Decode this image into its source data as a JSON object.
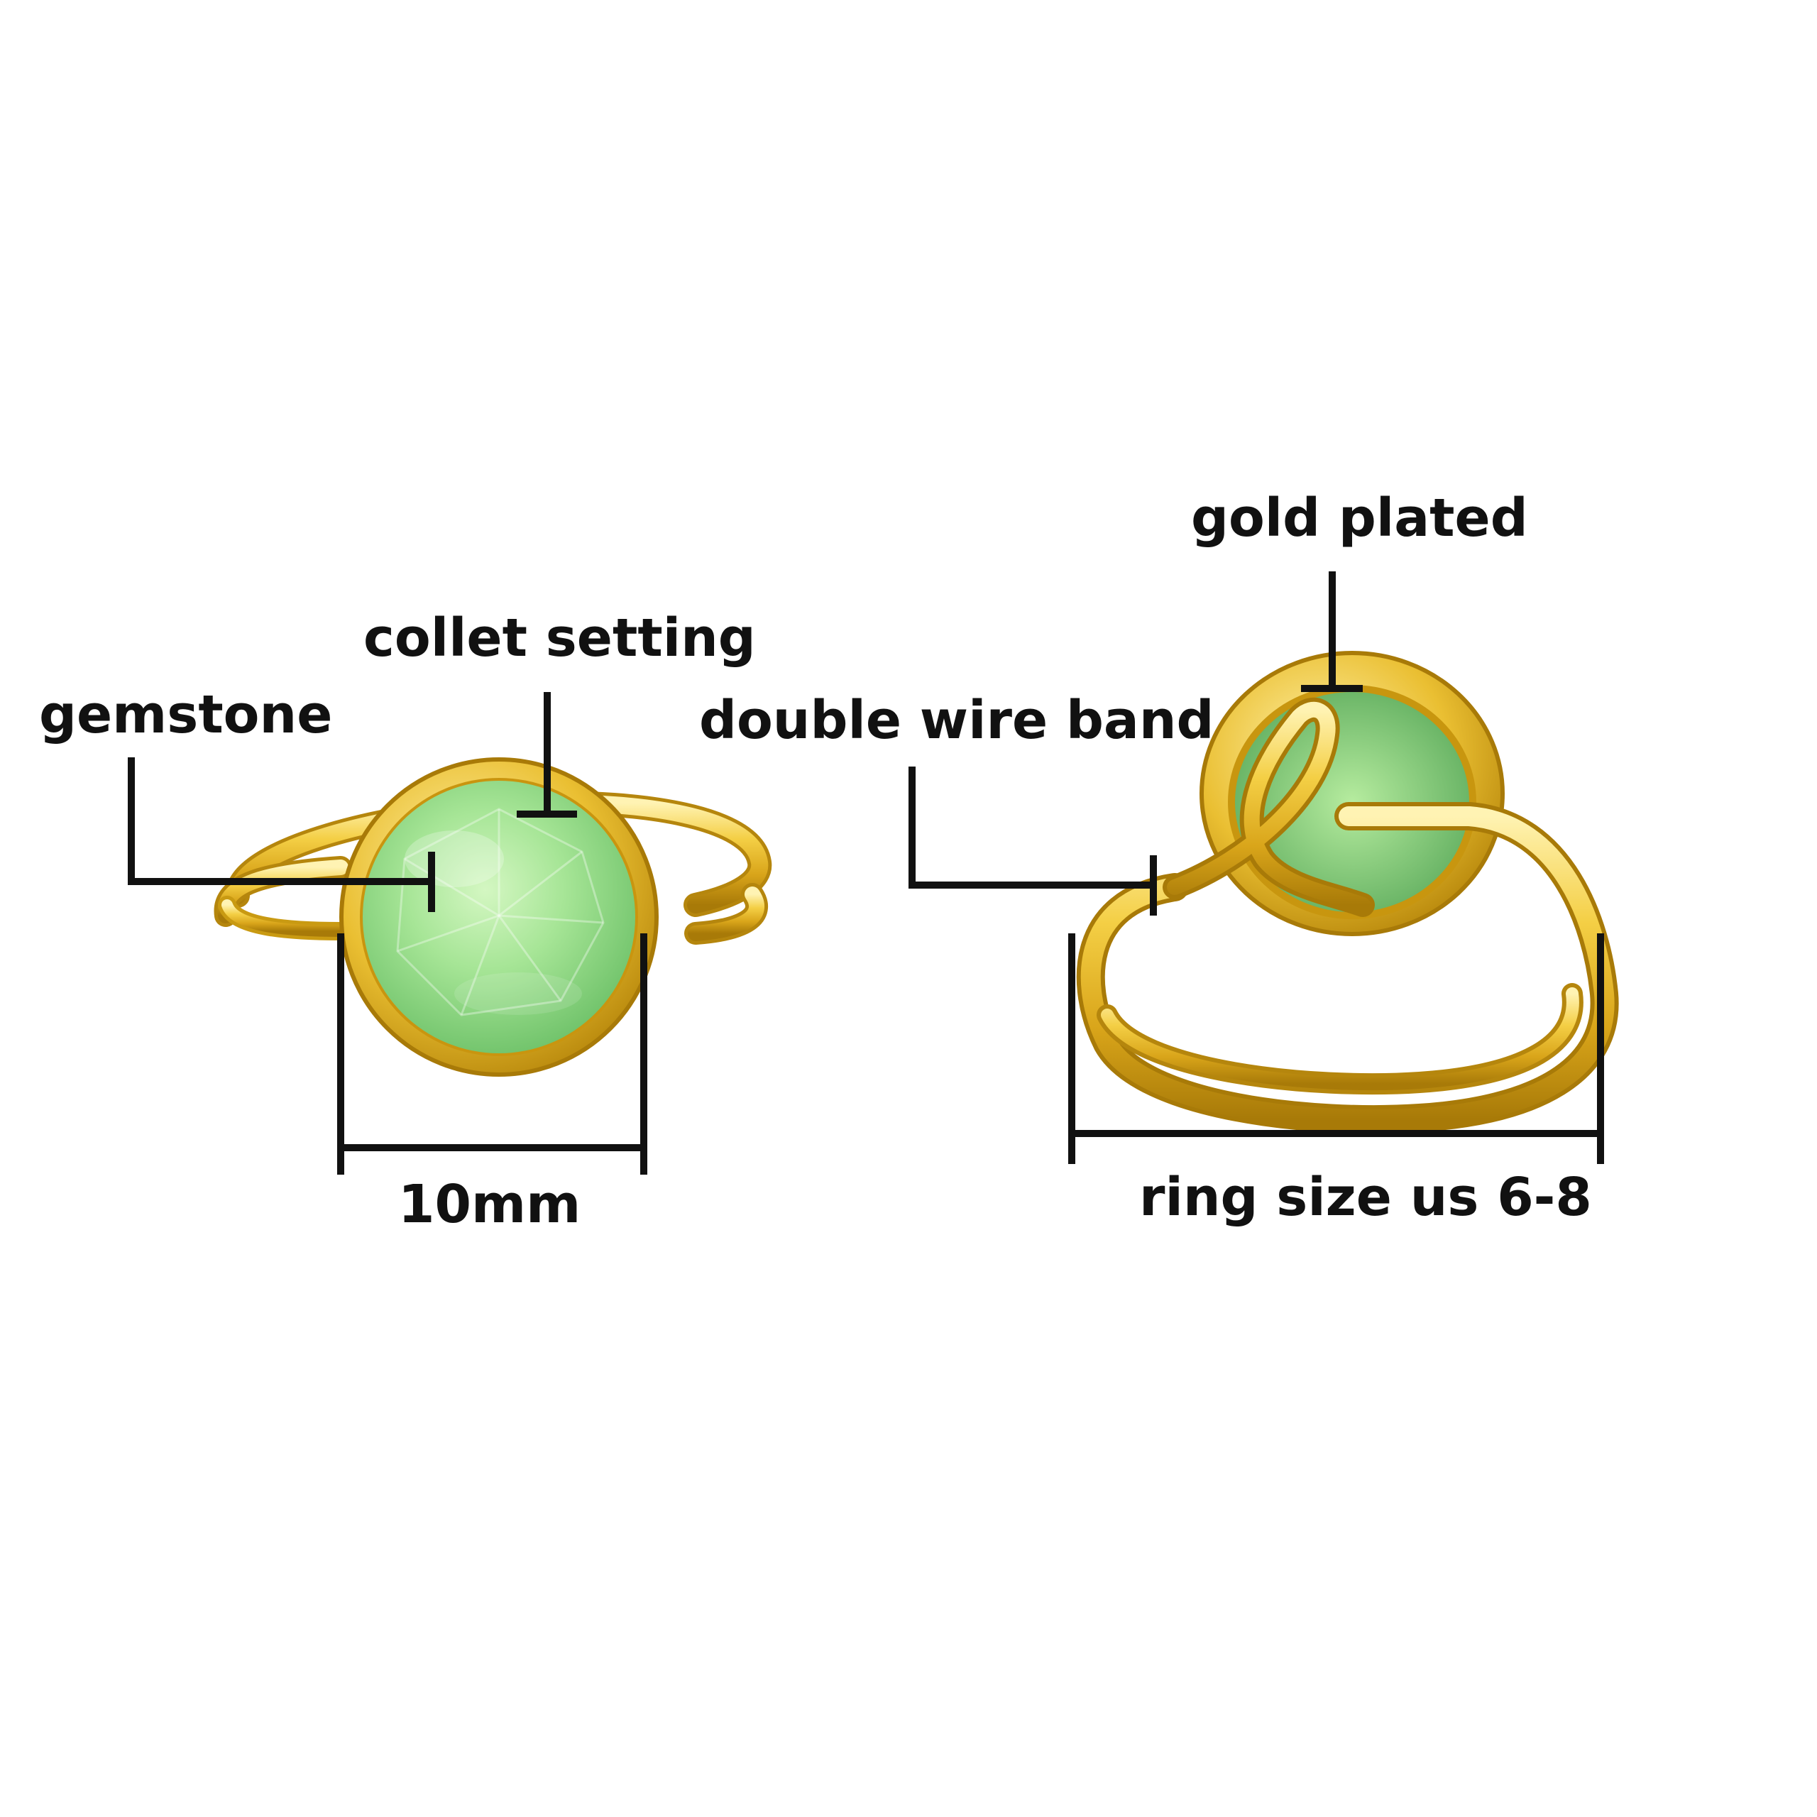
{
  "annotations": {
    "gemstone": "gemstone",
    "collet_setting": "collet setting",
    "width": "10mm",
    "double_wire_band": "double wire band",
    "gold_plated": "gold plated",
    "ring_size": "ring size us 6-8"
  },
  "colors": {
    "background": "#ffffff",
    "gold_light": "#fbe58a",
    "gold_mid": "#e8bd2c",
    "gold_dark": "#b5860d",
    "stone_light": "#c8f2b6",
    "stone_mid": "#8fdc86",
    "stone_dark": "#5fb85e",
    "ink": "#111111"
  }
}
